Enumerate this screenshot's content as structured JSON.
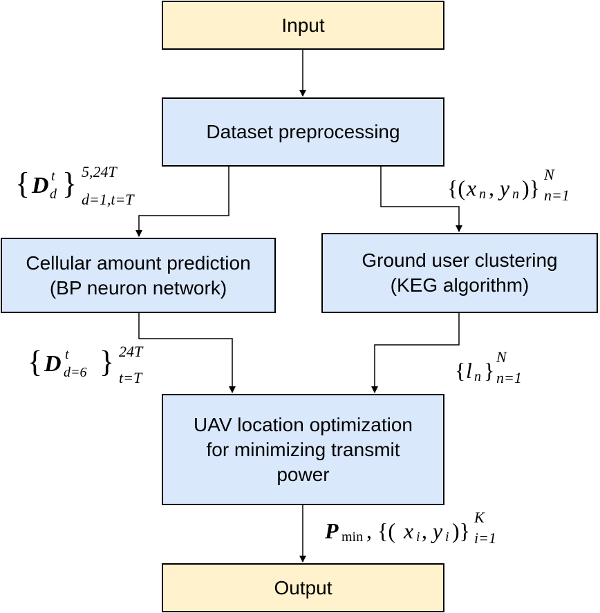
{
  "nodes": {
    "input": {
      "label": "Input"
    },
    "preprocess": {
      "label": "Dataset preprocessing"
    },
    "prediction": {
      "line1": "Cellular amount prediction",
      "line2": "(BP neuron network)"
    },
    "clustering": {
      "line1": "Ground user clustering",
      "line2": "(KEG algorithm)"
    },
    "optimization": {
      "line1": "UAV location optimization",
      "line2": "for minimizing transmit",
      "line3": "power"
    },
    "output": {
      "label": "Output"
    }
  },
  "edge_labels": {
    "d_all": {
      "base": "D",
      "sup_t": "t",
      "sub_d": "d",
      "upper": "5,24T",
      "lower": "d=1,t=T"
    },
    "xy": {
      "var_x": "x",
      "sub_x": "n",
      "var_y": "y",
      "sub_y": "n",
      "upper": "N",
      "lower": "n=1"
    },
    "d6": {
      "base": "D",
      "sup_t": "t",
      "sub_d": "d=6",
      "upper": "24T",
      "lower": "t=T"
    },
    "ln": {
      "var": "l",
      "sub": "n",
      "upper": "N",
      "lower": "n=1"
    },
    "pmin": {
      "P": "P",
      "min": "min",
      "var_x": "x",
      "sub_x": "i",
      "var_y": "y",
      "sub_y": "i",
      "upper": "K",
      "lower": "i=1"
    }
  },
  "colors": {
    "terminal_fill": "#fff2cc",
    "process_fill": "#dae8fc",
    "stroke": "#000000"
  }
}
